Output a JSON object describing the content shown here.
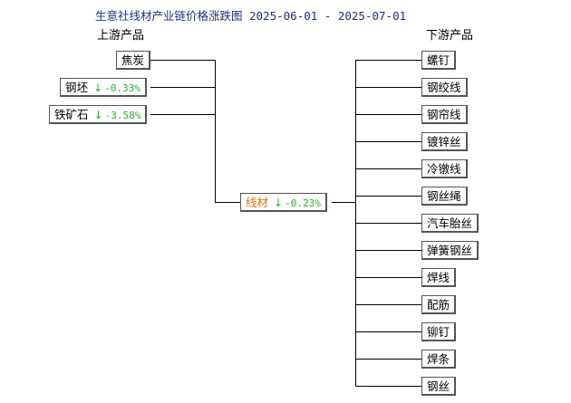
{
  "title": "生意社线材产业链价格涨跌图 2025-06-01 - 2025-07-01",
  "upstream_label": "上游产品",
  "downstream_label": "下游产品",
  "upstream": [
    {
      "name": "焦炭",
      "change": ""
    },
    {
      "name": "钢坯",
      "change": "-0.33%"
    },
    {
      "name": "铁矿石",
      "change": "-3.58%"
    }
  ],
  "center": {
    "name": "线材",
    "change": "-0.23%"
  },
  "downstream": [
    "螺钉",
    "钢绞线",
    "钢帘线",
    "镀锌丝",
    "冷镦线",
    "钢丝绳",
    "汽车胎丝",
    "弹簧钢丝",
    "焊线",
    "配筋",
    "铆钉",
    "焊条",
    "钢丝"
  ],
  "colors": {
    "title": "#1f2e8c",
    "center_name": "#e07800",
    "change_down": "#22bb22",
    "connector": "#000000"
  },
  "icons": {
    "change_down": "down-arrow-icon"
  },
  "arrow_glyph": "↓"
}
